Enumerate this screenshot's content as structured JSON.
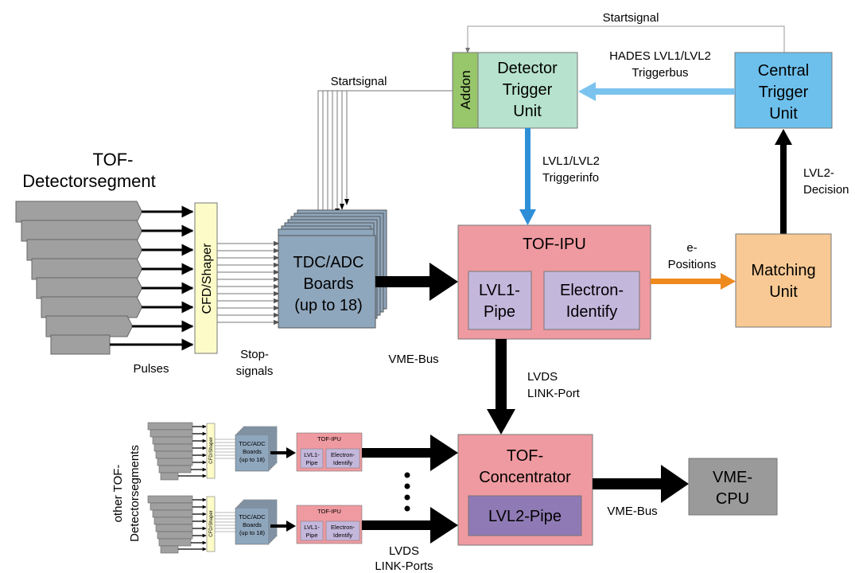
{
  "colors": {
    "detector_trigger": "#b7e2cd",
    "addon": "#97c66b",
    "central_trigger": "#6ec0ec",
    "tof_ipu": "#ef9aa0",
    "sub_box": "#c4b7dc",
    "lvl2_pipe": "#8f7ab5",
    "matching": "#f8c994",
    "tdc": "#8fa7bd",
    "cfd": "#fdfcc8",
    "vme_cpu": "#9a9a9a",
    "segment": "#a0a0a0",
    "blue_arrow": "#2e8fd8",
    "light_blue_arrow": "#7bc3ef",
    "orange_arrow": "#ee8a1d"
  },
  "labels": {
    "startsignal_top": "Startsignal",
    "startsignal_left": "Startsignal",
    "hades_bus_1": "HADES LVL1/LVL2",
    "hades_bus_2": "Triggerbus",
    "addon": "Addon",
    "dtu_1": "Detector",
    "dtu_2": "Trigger",
    "dtu_3": "Unit",
    "ctu_1": "Central",
    "ctu_2": "Trigger",
    "ctu_3": "Unit",
    "triggerinfo_1": "LVL1/LVL2",
    "triggerinfo_2": "Triggerinfo",
    "decision_1": "LVL2-",
    "decision_2": "Decision",
    "tof_seg_1": "TOF-",
    "tof_seg_2": "Detectorsegment",
    "cfd": "CFD/Shaper",
    "tdc_1": "TDC/ADC",
    "tdc_2": "Boards",
    "tdc_3": "(up to 18)",
    "tof_ipu": "TOF-IPU",
    "lvl1_pipe_1": "LVL1-",
    "lvl1_pipe_2": "Pipe",
    "electron_1": "Electron-",
    "electron_2": "Identify",
    "epos_1": "e-",
    "epos_2": "Positions",
    "matching_1": "Matching",
    "matching_2": "Unit",
    "pulses": "Pulses",
    "stop_1": "Stop-",
    "stop_2": "signals",
    "vme_bus_1": "VME-Bus",
    "lvds_port_1": "LVDS",
    "lvds_port_2": "LINK-Port",
    "other_1": "other TOF-",
    "other_2": "Detectorsegments",
    "conc_1": "TOF-",
    "conc_2": "Concentrator",
    "lvl2_pipe": "LVL2-Pipe",
    "vme_bus_2": "VME-Bus",
    "cpu_1": "VME-",
    "cpu_2": "CPU",
    "lvds_ports_1": "LVDS",
    "lvds_ports_2": "LINK-Ports",
    "mini_cfd": "CFD/Shaper",
    "mini_tdc_1": "TDC/ADC",
    "mini_tdc_2": "Boards",
    "mini_tdc_3": "(up to 18)",
    "mini_ipu": "TOF-IPU",
    "mini_lvl1_1": "LVL1-",
    "mini_lvl1_2": "Pipe",
    "mini_el_1": "Electron-",
    "mini_el_2": "Identify"
  }
}
